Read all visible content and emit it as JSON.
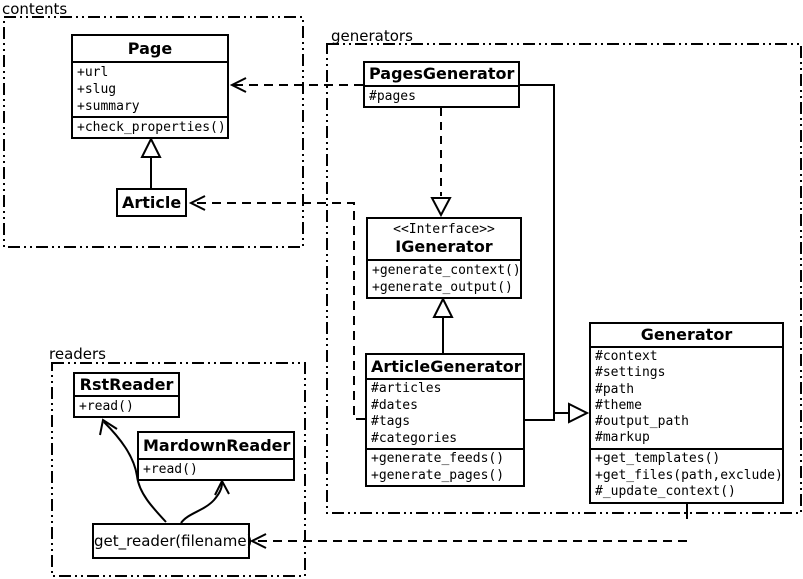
{
  "diagram_type": "uml-class-diagram",
  "colors": {
    "line": "#000000",
    "background": "#ffffff",
    "box_fill": "#ffffff",
    "text": "#000000"
  },
  "packages": {
    "contents": {
      "label": "contents"
    },
    "generators": {
      "label": "generators"
    },
    "readers": {
      "label": "readers"
    }
  },
  "classes": {
    "page": {
      "name": "Page",
      "attributes": [
        "+url",
        "+slug",
        "+summary"
      ],
      "methods": [
        "+check_properties()"
      ]
    },
    "article": {
      "name": "Article"
    },
    "pages_generator": {
      "name": "PagesGenerator",
      "attributes": [
        "#pages"
      ]
    },
    "igenerator": {
      "stereotype": "<<Interface>>",
      "name": "IGenerator",
      "methods": [
        "+generate_context()",
        "+generate_output()"
      ]
    },
    "article_generator": {
      "name": "ArticleGenerator",
      "attributes": [
        "#articles",
        "#dates",
        "#tags",
        "#categories"
      ],
      "methods": [
        "+generate_feeds()",
        "+generate_pages()"
      ]
    },
    "generator": {
      "name": "Generator",
      "attributes": [
        "#context",
        "#settings",
        "#path",
        "#theme",
        "#output_path",
        "#markup"
      ],
      "methods": [
        "+get_templates()",
        "+get_files(path,exclude)",
        "#_update_context()"
      ]
    },
    "rst_reader": {
      "name": "RstReader",
      "methods": [
        "+read()"
      ]
    },
    "mardown_reader": {
      "name": "MardownReader",
      "methods": [
        "+read()"
      ]
    },
    "get_reader": {
      "label": "get_reader(filename)"
    }
  },
  "relationships": [
    {
      "from": "Article",
      "to": "Page",
      "type": "inheritance"
    },
    {
      "from": "PagesGenerator",
      "to": "IGenerator",
      "type": "realization-dashed"
    },
    {
      "from": "ArticleGenerator",
      "to": "IGenerator",
      "type": "inheritance"
    },
    {
      "from": "PagesGenerator",
      "to": "Generator",
      "type": "inheritance"
    },
    {
      "from": "ArticleGenerator",
      "to": "Generator",
      "type": "inheritance"
    },
    {
      "from": "PagesGenerator",
      "to": "Page",
      "type": "dependency-dashed"
    },
    {
      "from": "ArticleGenerator",
      "to": "Article",
      "type": "dependency-dashed"
    },
    {
      "from": "Generator",
      "to": "get_reader(filename)",
      "type": "dependency-dashed"
    },
    {
      "from": "get_reader(filename)",
      "to": "RstReader",
      "type": "curved-arrow"
    },
    {
      "from": "get_reader(filename)",
      "to": "MardownReader",
      "type": "curved-arrow"
    }
  ]
}
